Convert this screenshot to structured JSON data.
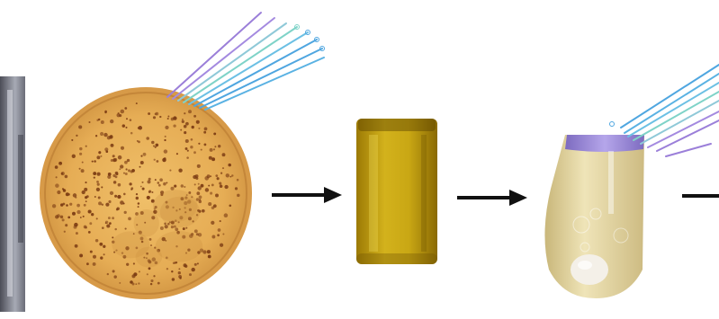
{
  "diagram": {
    "steps": [
      {
        "id": "left-edge-object",
        "icon": "partial-tube-icon"
      },
      {
        "id": "plate",
        "icon": "agar-plate-with-colonies-icon",
        "colors": {
          "agar": "#e8b157",
          "rim": "#c88a3a",
          "colony": "#7a3a12"
        }
      },
      {
        "id": "liquid-culture",
        "icon": "yellow-liquid-tube-icon",
        "colors": {
          "liquid": "#b89208",
          "highlight": "#e3c53a"
        }
      },
      {
        "id": "pellet-tube",
        "icon": "centrifuge-tube-with-pellet-icon",
        "colors": {
          "liquid": "#e4d6a0",
          "cap": "#9a86d6",
          "pellet": "#f3efe6"
        }
      }
    ],
    "arrows": [
      {
        "id": "arrow-1",
        "icon": "right-arrow-icon"
      },
      {
        "id": "arrow-2",
        "icon": "right-arrow-icon"
      },
      {
        "id": "arrow-3",
        "icon": "right-arrow-icon"
      }
    ],
    "pipette_tips": {
      "icon": "pipette-tips-icon",
      "colors": [
        "#9b7fd9",
        "#7fd3c8",
        "#4fa6e0"
      ]
    }
  }
}
